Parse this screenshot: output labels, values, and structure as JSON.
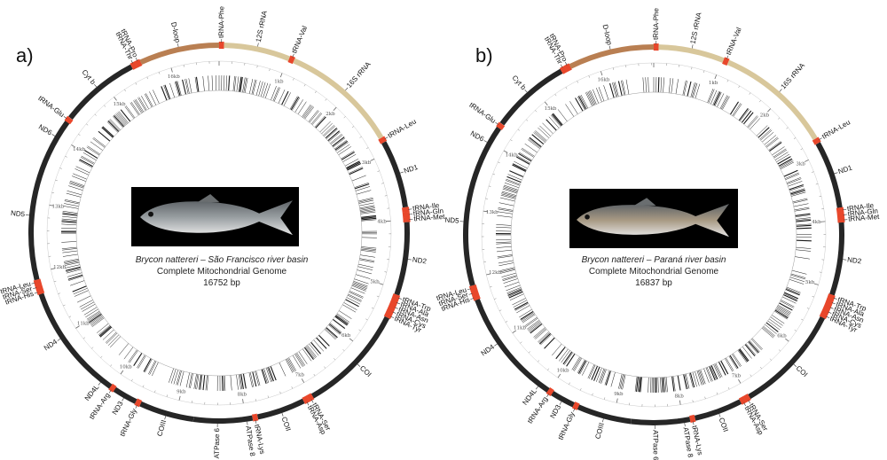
{
  "panels": [
    {
      "letter": "a)",
      "species": "Brycon nattereri",
      "basin": " – São Francisco river basin",
      "subtitle": "Complete Mitochondrial Genome",
      "length": "16752 bp",
      "total_bp": 16752,
      "fish_body_color": "#9aa0a3",
      "genes": [
        {
          "name": "tRNA-Phe",
          "type": "trna",
          "start": 0,
          "end": 68
        },
        {
          "name": "12S rRNA",
          "type": "rrna",
          "start": 69,
          "end": 1018
        },
        {
          "name": "tRNA-Val",
          "type": "trna",
          "start": 1019,
          "end": 1090
        },
        {
          "name": "16S rRNA",
          "type": "rrna",
          "start": 1091,
          "end": 2770
        },
        {
          "name": "tRNA-Leu",
          "type": "trna",
          "start": 2771,
          "end": 2845
        },
        {
          "name": "ND1",
          "type": "pcg",
          "start": 2846,
          "end": 3820
        },
        {
          "name": "tRNA-Ile",
          "type": "trna",
          "start": 3821,
          "end": 3891
        },
        {
          "name": "tRNA-Gln",
          "type": "trna",
          "start": 3892,
          "end": 3962
        },
        {
          "name": "tRNA-Met",
          "type": "trna",
          "start": 3963,
          "end": 4032
        },
        {
          "name": "ND2",
          "type": "pcg",
          "start": 4033,
          "end": 5078
        },
        {
          "name": "tRNA-Trp",
          "type": "trna",
          "start": 5079,
          "end": 5149
        },
        {
          "name": "tRNA-Ala",
          "type": "trna",
          "start": 5150,
          "end": 5218
        },
        {
          "name": "tRNA-Asn",
          "type": "trna",
          "start": 5219,
          "end": 5291
        },
        {
          "name": "tRNA-Cys",
          "type": "trna",
          "start": 5292,
          "end": 5358
        },
        {
          "name": "tRNA-Tyr",
          "type": "trna",
          "start": 5359,
          "end": 5429
        },
        {
          "name": "COI",
          "type": "pcg",
          "start": 5430,
          "end": 6990
        },
        {
          "name": "tRNA-Ser",
          "type": "trna",
          "start": 6991,
          "end": 7061
        },
        {
          "name": "tRNA-Asp",
          "type": "trna",
          "start": 7062,
          "end": 7134
        },
        {
          "name": "COII",
          "type": "pcg",
          "start": 7135,
          "end": 7825
        },
        {
          "name": "tRNA-Lys",
          "type": "trna",
          "start": 7826,
          "end": 7899
        },
        {
          "name": "ATPase 8",
          "type": "pcg",
          "start": 7900,
          "end": 8067
        },
        {
          "name": "ATPase 6",
          "type": "pcg",
          "start": 8058,
          "end": 8740
        },
        {
          "name": "COIII",
          "type": "pcg",
          "start": 8741,
          "end": 9525
        },
        {
          "name": "tRNA-Gly",
          "type": "trna",
          "start": 9526,
          "end": 9597
        },
        {
          "name": "ND3",
          "type": "pcg",
          "start": 9598,
          "end": 9946
        },
        {
          "name": "tRNA-Arg",
          "type": "trna",
          "start": 9947,
          "end": 10015
        },
        {
          "name": "ND4L",
          "type": "pcg",
          "start": 10016,
          "end": 10312
        },
        {
          "name": "ND4",
          "type": "pcg",
          "start": 10306,
          "end": 11686
        },
        {
          "name": "tRNA-His",
          "type": "trna",
          "start": 11687,
          "end": 11755
        },
        {
          "name": "tRNA-Ser",
          "type": "trna",
          "start": 11756,
          "end": 11823
        },
        {
          "name": "tRNA-Leu",
          "type": "trna",
          "start": 11824,
          "end": 11896
        },
        {
          "name": "ND5",
          "type": "pcg",
          "start": 11897,
          "end": 13733
        },
        {
          "name": "ND6",
          "type": "pcg",
          "start": 13730,
          "end": 14248
        },
        {
          "name": "tRNA-Glu",
          "type": "trna",
          "start": 14249,
          "end": 14317
        },
        {
          "name": "Cyt b",
          "type": "pcg",
          "start": 14322,
          "end": 15462
        },
        {
          "name": "tRNA-Thr",
          "type": "trna",
          "start": 15463,
          "end": 15535
        },
        {
          "name": "tRNA-Pro",
          "type": "trna",
          "start": 15536,
          "end": 15605
        },
        {
          "name": "D-loop",
          "type": "dloop",
          "start": 15606,
          "end": 16752
        }
      ]
    },
    {
      "letter": "b)",
      "species": "Brycon nattereri",
      "basin": " – Paraná river basin",
      "subtitle": "Complete Mitochondrial Genome",
      "length": "16837 bp",
      "total_bp": 16837,
      "fish_body_color": "#a89a84",
      "genes": [
        {
          "name": "tRNA-Phe",
          "type": "trna",
          "start": 0,
          "end": 68
        },
        {
          "name": "12S rRNA",
          "type": "rrna",
          "start": 69,
          "end": 1018
        },
        {
          "name": "tRNA-Val",
          "type": "trna",
          "start": 1019,
          "end": 1090
        },
        {
          "name": "16S rRNA",
          "type": "rrna",
          "start": 1091,
          "end": 2770
        },
        {
          "name": "tRNA-Leu",
          "type": "trna",
          "start": 2771,
          "end": 2845
        },
        {
          "name": "ND1",
          "type": "pcg",
          "start": 2846,
          "end": 3820
        },
        {
          "name": "tRNA-Ile",
          "type": "trna",
          "start": 3821,
          "end": 3891
        },
        {
          "name": "tRNA-Gln",
          "type": "trna",
          "start": 3892,
          "end": 3962
        },
        {
          "name": "tRNA-Met",
          "type": "trna",
          "start": 3963,
          "end": 4032
        },
        {
          "name": "ND2",
          "type": "pcg",
          "start": 4033,
          "end": 5078
        },
        {
          "name": "tRNA-Trp",
          "type": "trna",
          "start": 5079,
          "end": 5149
        },
        {
          "name": "tRNA-Ala",
          "type": "trna",
          "start": 5150,
          "end": 5218
        },
        {
          "name": "tRNA-Asn",
          "type": "trna",
          "start": 5219,
          "end": 5291
        },
        {
          "name": "tRNA-Cys",
          "type": "trna",
          "start": 5292,
          "end": 5358
        },
        {
          "name": "tRNA-Tyr",
          "type": "trna",
          "start": 5359,
          "end": 5429
        },
        {
          "name": "COI",
          "type": "pcg",
          "start": 5430,
          "end": 6990
        },
        {
          "name": "tRNA-Ser",
          "type": "trna",
          "start": 6991,
          "end": 7061
        },
        {
          "name": "tRNA-Asp",
          "type": "trna",
          "start": 7062,
          "end": 7134
        },
        {
          "name": "COII",
          "type": "pcg",
          "start": 7135,
          "end": 7825
        },
        {
          "name": "tRNA-Lys",
          "type": "trna",
          "start": 7826,
          "end": 7899
        },
        {
          "name": "ATPase 8",
          "type": "pcg",
          "start": 7900,
          "end": 8067
        },
        {
          "name": "ATPase 6",
          "type": "pcg",
          "start": 8058,
          "end": 8740
        },
        {
          "name": "COIII",
          "type": "pcg",
          "start": 8741,
          "end": 9525
        },
        {
          "name": "tRNA-Gly",
          "type": "trna",
          "start": 9526,
          "end": 9597
        },
        {
          "name": "ND3",
          "type": "pcg",
          "start": 9598,
          "end": 9946
        },
        {
          "name": "tRNA-Arg",
          "type": "trna",
          "start": 9947,
          "end": 10015
        },
        {
          "name": "ND4L",
          "type": "pcg",
          "start": 10016,
          "end": 10312
        },
        {
          "name": "ND4",
          "type": "pcg",
          "start": 10306,
          "end": 11686
        },
        {
          "name": "tRNA-His",
          "type": "trna",
          "start": 11687,
          "end": 11755
        },
        {
          "name": "tRNA-Ser",
          "type": "trna",
          "start": 11756,
          "end": 11823
        },
        {
          "name": "tRNA-Leu",
          "type": "trna",
          "start": 11824,
          "end": 11896
        },
        {
          "name": "ND5",
          "type": "pcg",
          "start": 11897,
          "end": 13733
        },
        {
          "name": "ND6",
          "type": "pcg",
          "start": 13730,
          "end": 14248
        },
        {
          "name": "tRNA-Glu",
          "type": "trna",
          "start": 14249,
          "end": 14317
        },
        {
          "name": "Cyt b",
          "type": "pcg",
          "start": 14322,
          "end": 15462
        },
        {
          "name": "tRNA-Thr",
          "type": "trna",
          "start": 15463,
          "end": 15535
        },
        {
          "name": "tRNA-Pro",
          "type": "trna",
          "start": 15536,
          "end": 15605
        },
        {
          "name": "D-loop",
          "type": "dloop",
          "start": 15606,
          "end": 16837
        }
      ]
    }
  ],
  "kb_marks": [
    "1kb",
    "2kb",
    "3kb",
    "4kb",
    "5kb",
    "6kb",
    "7kb",
    "8kb",
    "9kb",
    "10kb",
    "11kb",
    "12kb",
    "13kb",
    "14kb",
    "15kb",
    "16kb"
  ],
  "colors": {
    "pcg": "#262626",
    "trna": "#e8472b",
    "rrna": "#d8c79b",
    "dloop": "#b97f52",
    "inner_tick": "#1a1a1a"
  }
}
